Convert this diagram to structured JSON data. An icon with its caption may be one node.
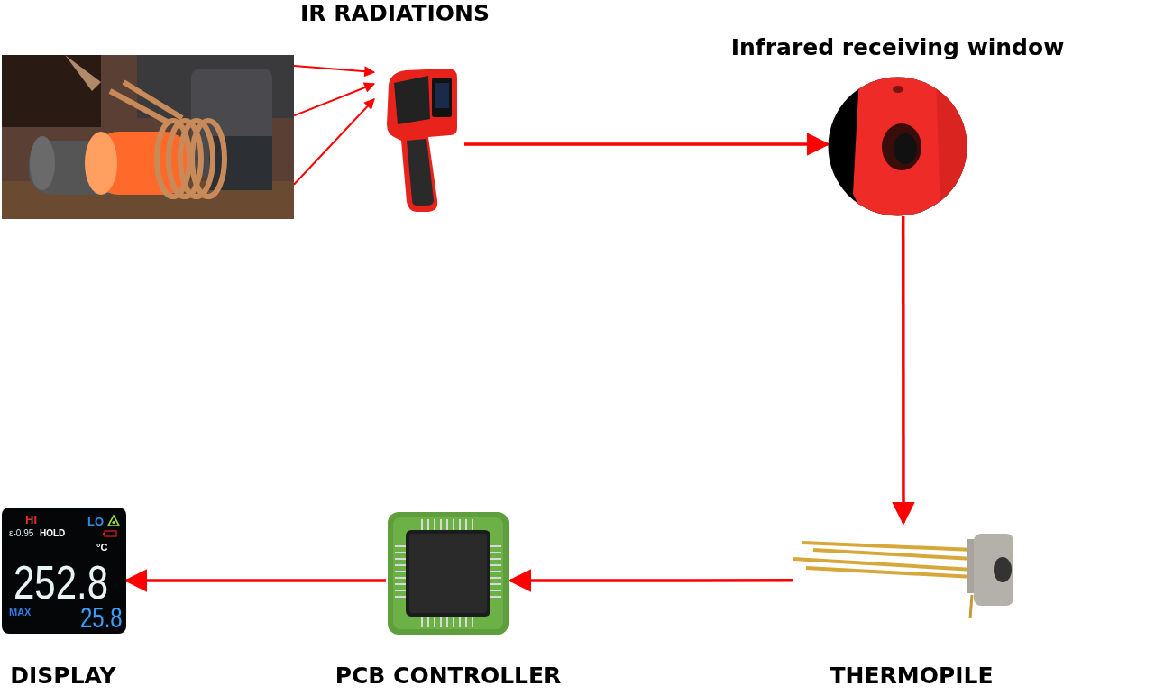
{
  "diagram": {
    "nodes": [
      {
        "text": [],
        "shape": "picture"
      },
      {
        "text": [
          "IR RADIATIONS"
        ]
      },
      {
        "text": [
          "Infrared receiving window"
        ]
      },
      {
        "text": [
          "THERMOPILE"
        ]
      },
      {
        "text": [
          "PCB CONTROLLER"
        ]
      },
      {
        "text": [
          "DISPLAY"
        ]
      }
    ],
    "edges": [
      {
        "from": 0,
        "to": 1,
        "arrow": "to"
      },
      {
        "from": 0,
        "to": 1,
        "arrow": "to"
      },
      {
        "from": 0,
        "to": 1,
        "arrow": "to"
      },
      {
        "from": 1,
        "to": 2,
        "arrow": "to"
      },
      {
        "from": 2,
        "to": 3,
        "arrow": "to"
      },
      {
        "from": 3,
        "to": 4,
        "arrow": "to"
      },
      {
        "from": 4,
        "to": 5,
        "arrow": "to"
      }
    ],
    "labels": [
      "HI",
      "LO",
      "ε-0.95",
      "HOLD",
      "°C",
      "252.8",
      "MAX",
      "25.8"
    ]
  }
}
